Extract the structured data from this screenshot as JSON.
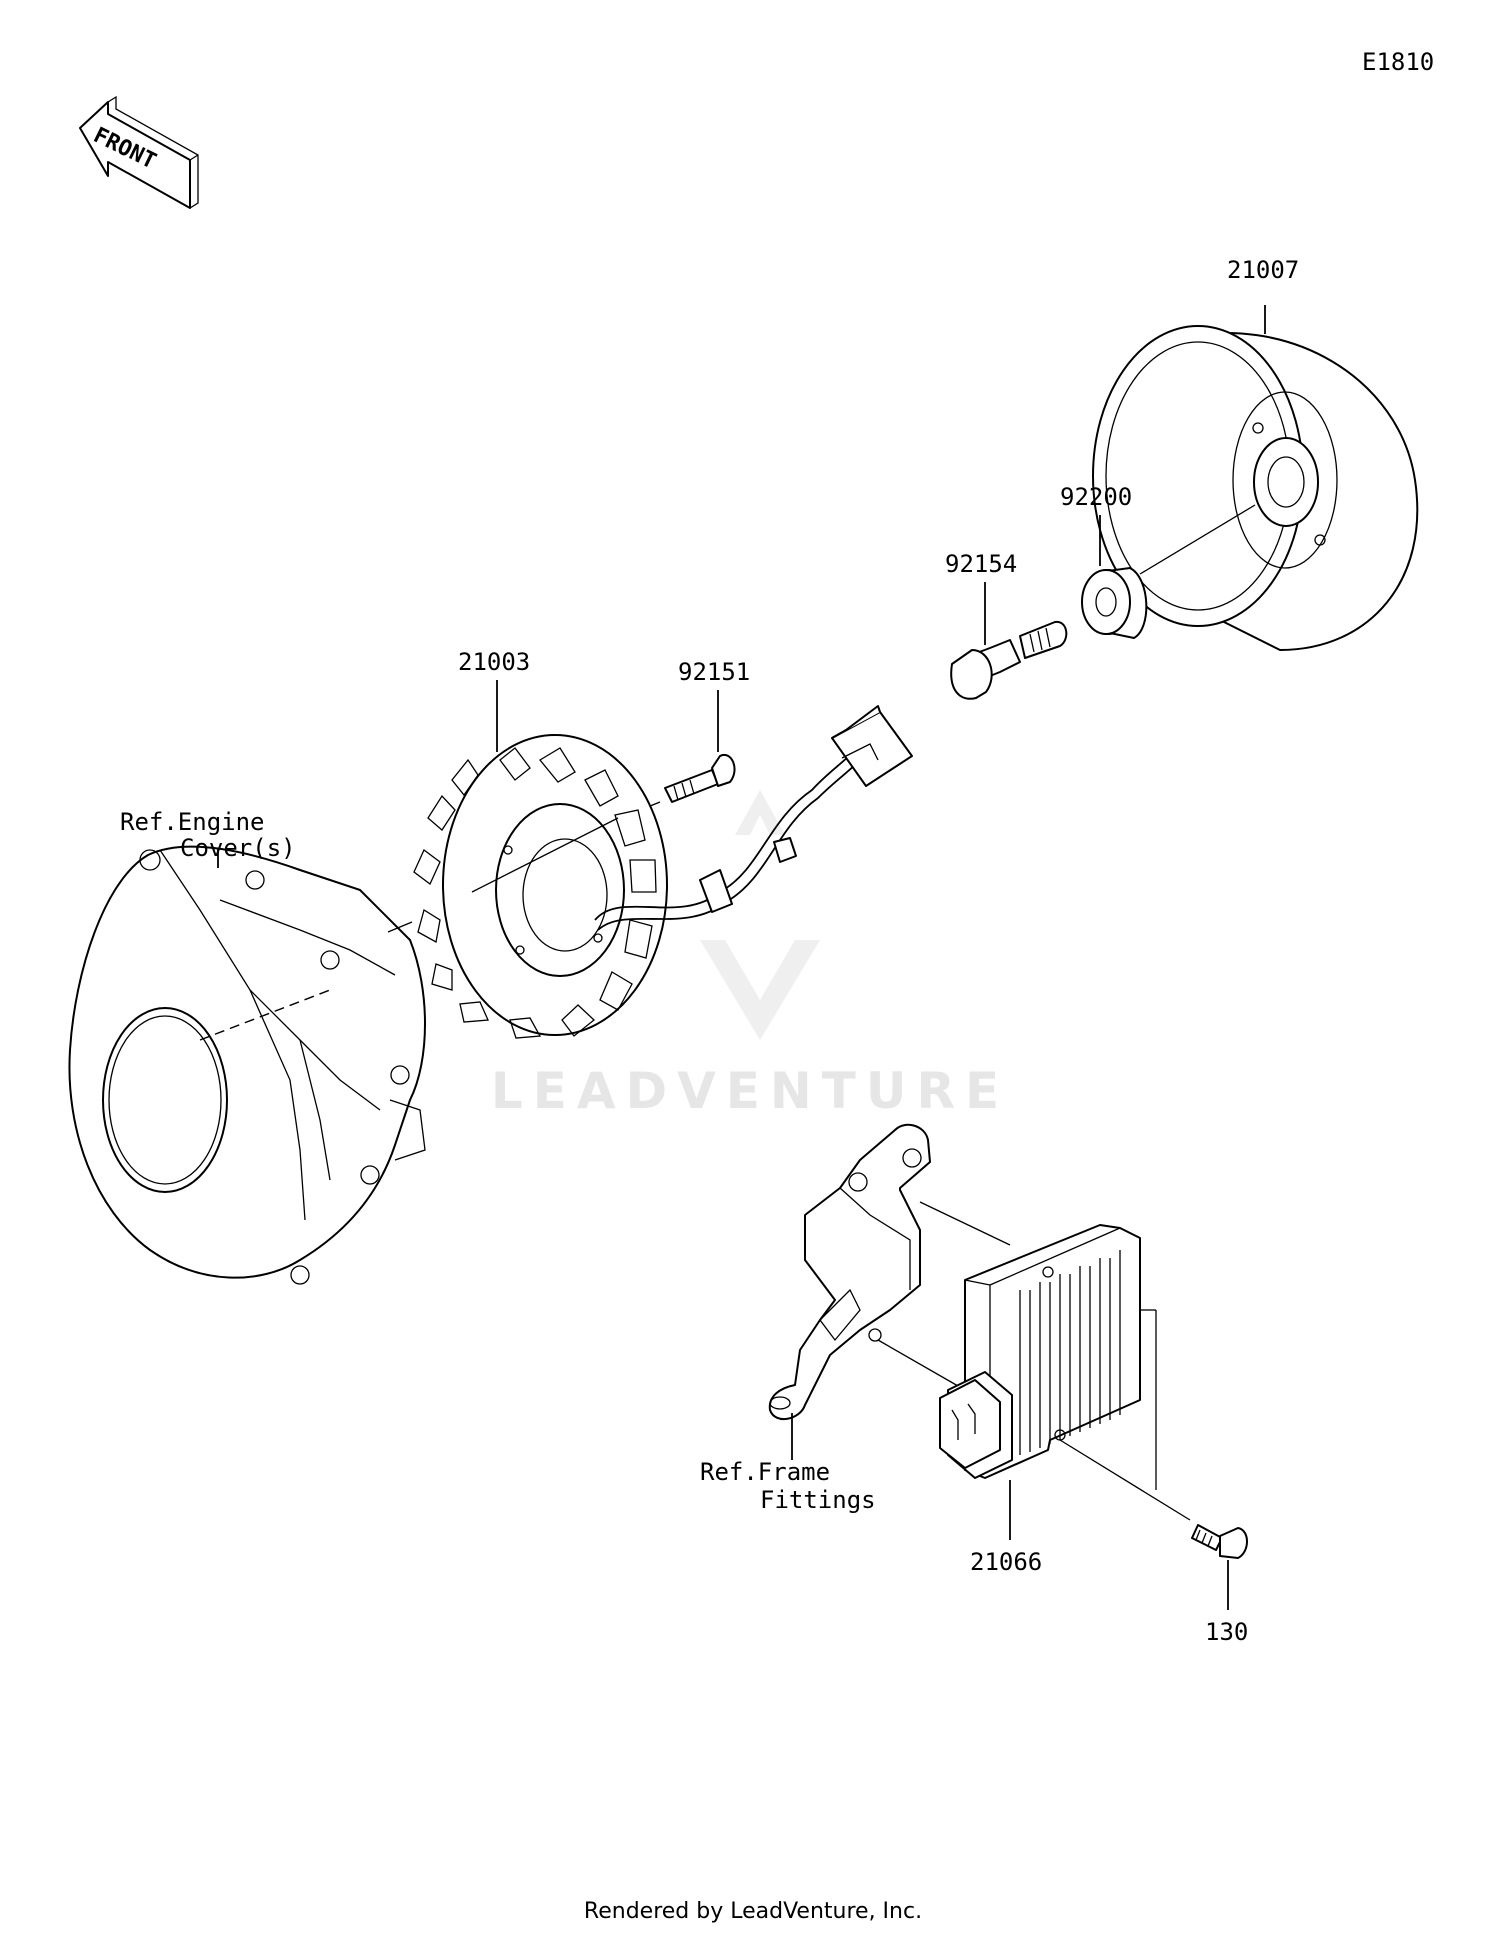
{
  "diagram_code": "E1810",
  "front_arrow_label": "FRONT",
  "watermark": "LEADVENTURE",
  "footer": "Rendered by LeadVenture, Inc.",
  "parts": {
    "flywheel": "21007",
    "washer": "92200",
    "flywheel_bolt": "92154",
    "stator_bolt": "92151",
    "stator": "21003",
    "regulator": "21066",
    "regulator_bolt": "130"
  },
  "references": {
    "engine_cover_line1": "Ref.Engine",
    "engine_cover_line2": "Cover(s)",
    "frame_fittings_line1": "Ref.Frame",
    "frame_fittings_line2": "Fittings"
  }
}
